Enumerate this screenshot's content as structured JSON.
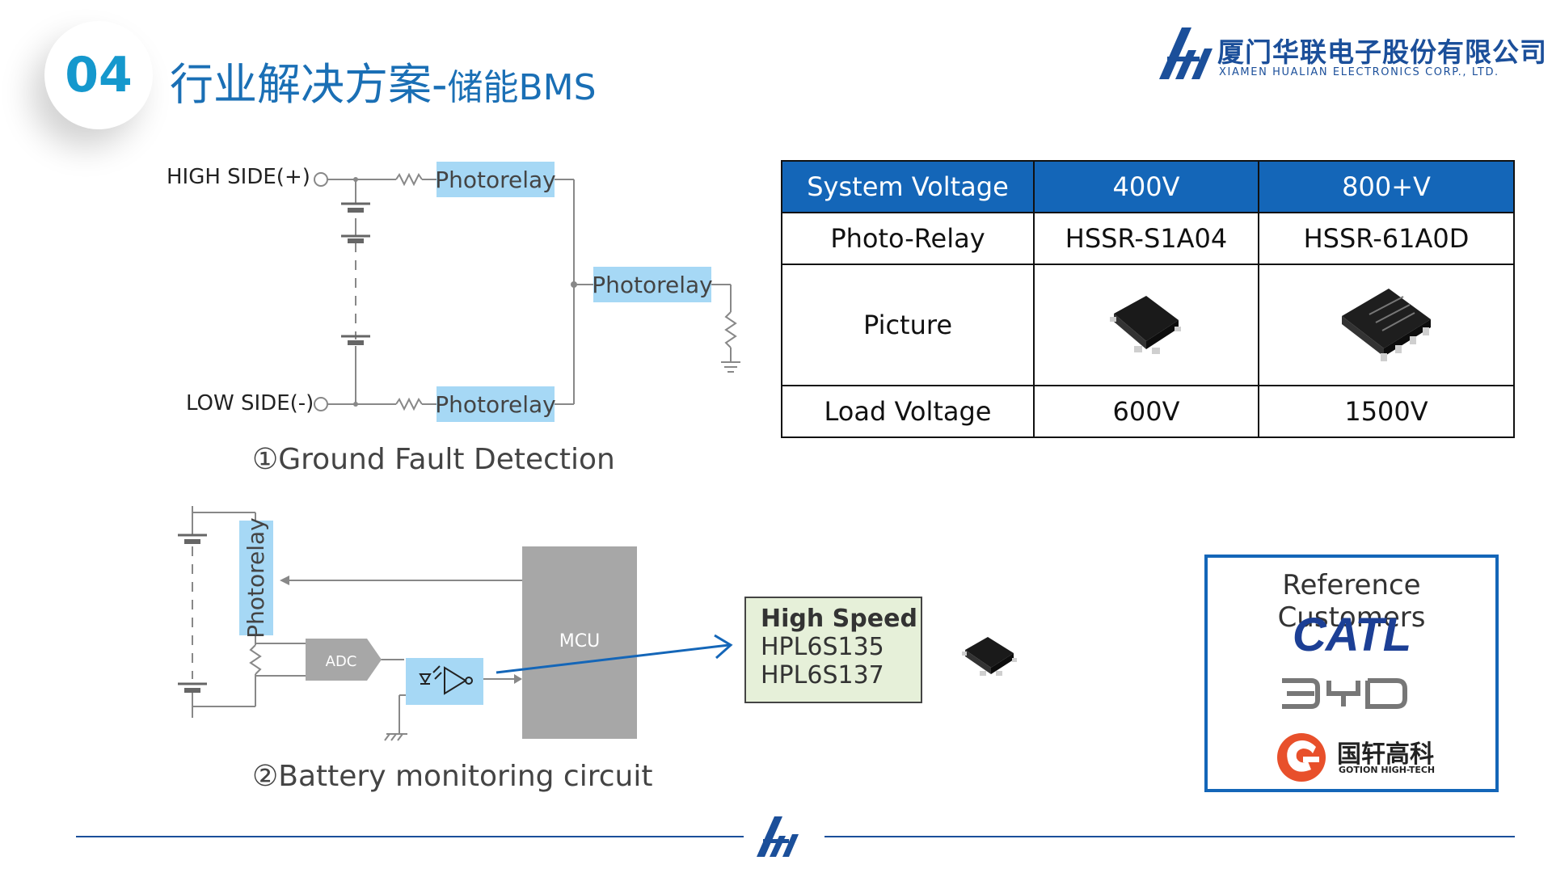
{
  "header": {
    "number": "04",
    "title_main": "行业解决方案-",
    "title_sub": "储能BMS",
    "company_cn": "厦门华联电子股份有限公司",
    "company_en": "XIAMEN HUALIAN ELECTRONICS CORP., LTD."
  },
  "diagram1": {
    "high_side": "HIGH SIDE(+)",
    "low_side": "LOW SIDE(-)",
    "relay_label": "Photorelay",
    "caption": "①Ground Fault Detection"
  },
  "diagram2": {
    "relay_label": "Photorelay",
    "adc": "ADC",
    "mcu": "MCU",
    "caption": "②Battery monitoring circuit"
  },
  "high_speed": {
    "title": "High Speed",
    "part1": "HPL6S135",
    "part2": "HPL6S137"
  },
  "table": {
    "headers": [
      "System Voltage",
      "400V",
      "800+V"
    ],
    "row_relay": [
      "Photo-Relay",
      "HSSR-S1A04",
      "HSSR-61A0D"
    ],
    "row_picture_label": "Picture",
    "row_load": [
      "Load Voltage",
      "600V",
      "1500V"
    ]
  },
  "customers": {
    "title": "Reference Customers",
    "catl": "CATL",
    "gotion_cn": "国轩高科",
    "gotion_en": "GOTION HIGH-TECH"
  },
  "colors": {
    "accent": "#1466b8",
    "relay_fill": "#a6d8f5",
    "mcu_gray": "#a7a7a7",
    "hs_fill": "#e6f0d9"
  }
}
